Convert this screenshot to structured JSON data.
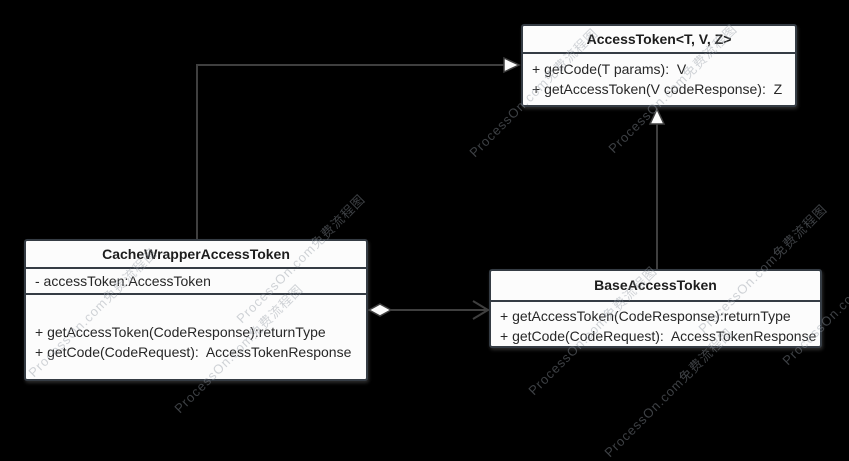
{
  "diagram": {
    "title": "AccessToken UML class diagram",
    "background_color": "#000000",
    "line_color": "#3f3f3f",
    "box_fill": "#fcfcfc",
    "box_border": "#353c44",
    "watermark": "ProcessOn.com免费流程图",
    "classes": [
      {
        "id": "access-token",
        "title": "AccessToken<T, V, Z>",
        "attributes": [],
        "methods": [
          "+ getCode(T params):  V",
          "+ getAccessToken(V codeResponse):  Z"
        ]
      },
      {
        "id": "cache-wrapper-access-token",
        "title": "CacheWrapperAccessToken",
        "attributes": [
          "- accessToken:AccessToken"
        ],
        "methods": [
          "+ getAccessToken(CodeResponse):returnType",
          "+ getCode(CodeRequest):  AccessTokenResponse"
        ]
      },
      {
        "id": "base-access-token",
        "title": "BaseAccessToken",
        "attributes": [],
        "methods": [
          "+ getAccessToken(CodeResponse):returnType",
          "+ getCode(CodeRequest):  AccessTokenResponse"
        ]
      }
    ],
    "relationships": [
      {
        "from": "CacheWrapperAccessToken",
        "to": "AccessToken<T, V, Z>",
        "type": "realization"
      },
      {
        "from": "BaseAccessToken",
        "to": "AccessToken<T, V, Z>",
        "type": "realization"
      },
      {
        "from": "CacheWrapperAccessToken",
        "to": "BaseAccessToken",
        "type": "aggregation"
      }
    ]
  }
}
